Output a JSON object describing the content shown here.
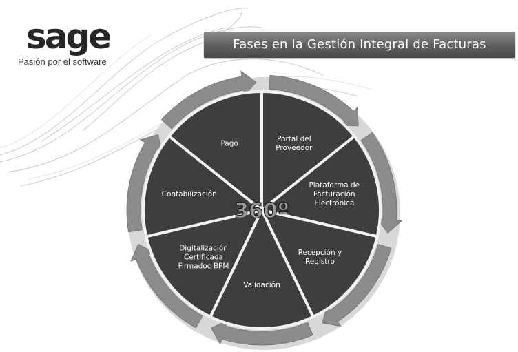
{
  "logo": {
    "wordmark": "sage",
    "tagline": "Pasión por el software"
  },
  "title": "Fases en la Gestión Integral de Facturas",
  "center_label": "360º",
  "phases": [
    {
      "label": "Portal del Proveedor",
      "lines": [
        "Portal del",
        "Proveedor"
      ]
    },
    {
      "label": "Plataforma de Facturación Electrónica",
      "lines": [
        "Plataforma de",
        "Facturación",
        "Electrónica"
      ]
    },
    {
      "label": "Recepción y Registro",
      "lines": [
        "Recepción y",
        "Registro"
      ]
    },
    {
      "label": "Validación",
      "lines": [
        "Validación"
      ]
    },
    {
      "label": "Digitalización Certificada Firmadoc BPM",
      "lines": [
        "Digitalización",
        "Certificada",
        "Firmadoc BPM"
      ]
    },
    {
      "label": "Contabilización",
      "lines": [
        "Contabilización"
      ]
    },
    {
      "label": "Pago",
      "lines": [
        "Pago"
      ]
    }
  ],
  "colors": {
    "sector_fill": "#3e3e3e",
    "sector_stroke": "#f2f2f2",
    "ring": "#8c8c8c",
    "banner": "#6a6a6a"
  }
}
